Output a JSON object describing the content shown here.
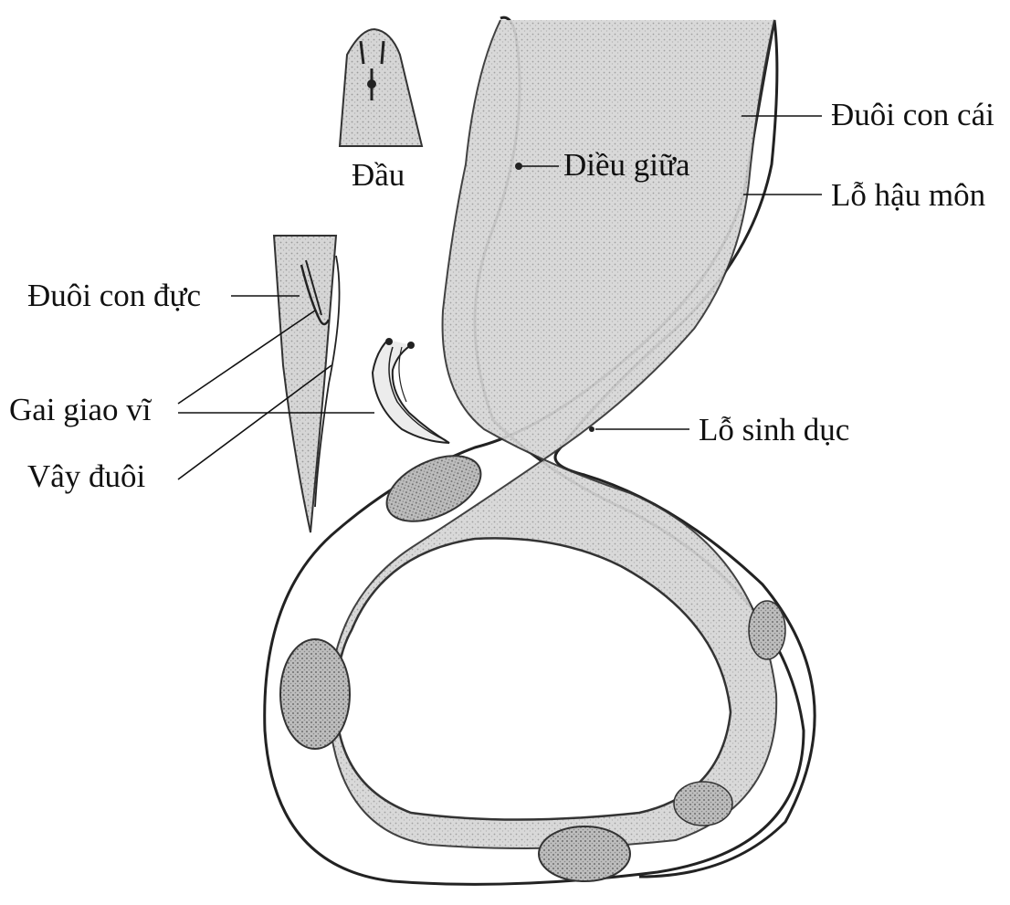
{
  "diagram": {
    "labels": {
      "head": "Đầu",
      "middle_bulb": "Diều giữa",
      "female_tail": "Đuôi con cái",
      "anus": "Lỗ hậu môn",
      "male_tail": "Đuôi con đực",
      "spicule": "Gai giao vĩ",
      "caudal_ala": "Vây đuôi",
      "vulva": "Lỗ sinh dục"
    }
  }
}
